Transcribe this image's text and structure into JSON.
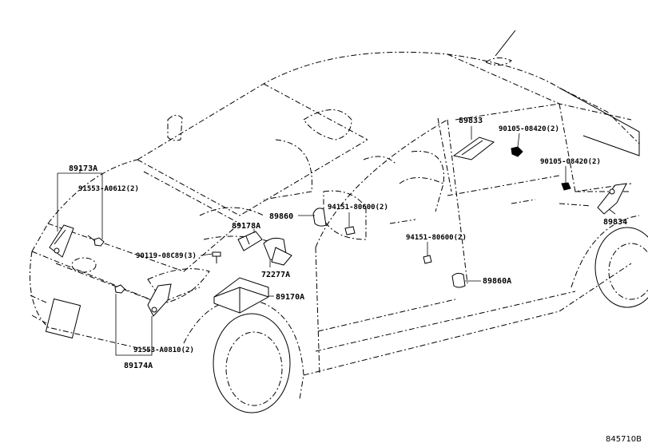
{
  "labels": {
    "p89173A": "89173A",
    "p91553_A0612": "91553-A0612(2)",
    "p89178A": "89178A",
    "p89860": "89860",
    "p94151_80600_top": "94151-80600(2)",
    "p89833": "89833",
    "p90105_08420_top": "90105-08420(2)",
    "p90105_08420_right": "90105-08420(2)",
    "p89834": "89834",
    "p90119_08C89": "90119-08C89(3)",
    "p72277A": "72277A",
    "p94151_80600_mid": "94151-80600(2)",
    "p89170A": "89170A",
    "p89860A": "89860A",
    "p91553_A0810": "91553-A0810(2)",
    "p89174A": "89174A"
  },
  "diagram_code": "845710B"
}
